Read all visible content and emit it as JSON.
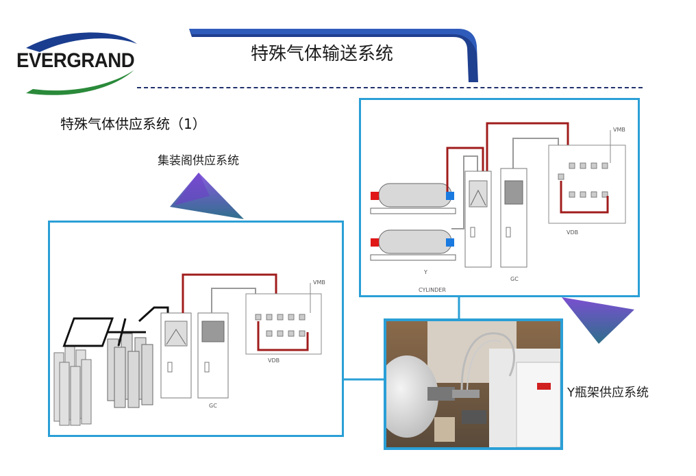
{
  "header": {
    "logo_text": "EVERGRAND",
    "title": "特殊气体输送系统"
  },
  "section": {
    "subtitle": "特殊气体供应系统（1）"
  },
  "labels": {
    "manifold_supply": "集装阁供应系统",
    "cylinder_supply": "Y瓶架供应系统"
  },
  "diagram_left": {
    "vmb": "VMB",
    "gc": "GC",
    "vdb": "VDB"
  },
  "diagram_right": {
    "vmb": "VMB",
    "y": "Y",
    "cylinder": "CYLINDER",
    "gc": "GC",
    "vdb": "VDB"
  },
  "colors": {
    "accent_blue": "#2a9fd6",
    "banner_navy": "#1f3f8f",
    "pipe_red": "#a01c1c",
    "triangle_purple": "#7b4fd1",
    "triangle_teal": "#2e6f8a"
  }
}
